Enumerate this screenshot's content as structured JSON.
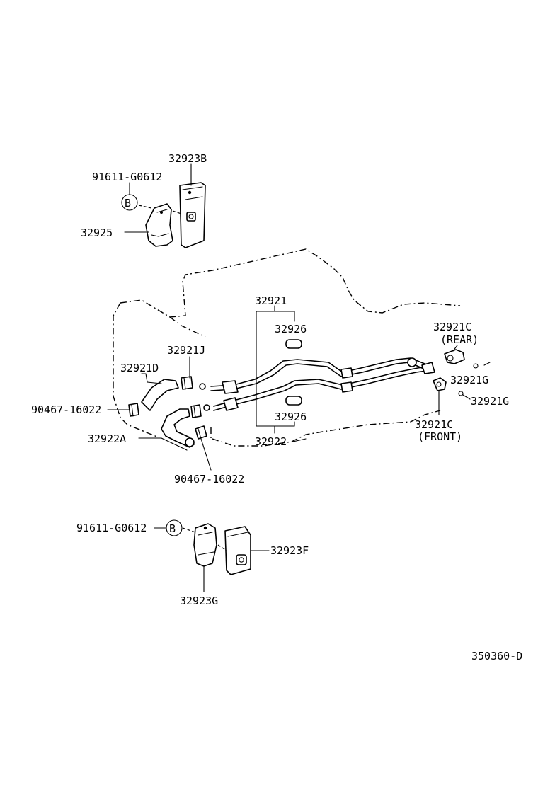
{
  "labels": {
    "bracket_top": "32923B",
    "bolt_top": "91611-G0612",
    "marker_top": "B",
    "clamp_top": "32925",
    "tube_assy": "32921",
    "grommet_upper": "32926",
    "union_rear": "32921C",
    "union_rear_note": "(REAR)",
    "hose_j": "32921J",
    "hose_d": "32921D",
    "gasket_rear": "32921G",
    "gasket_front": "32921G",
    "clip_left": "90467-16022",
    "hose_a": "32922A",
    "grommet_lower": "32926",
    "union_front": "32921C",
    "union_front_note": "(FRONT)",
    "tube_lower": "32922",
    "clip_bottom": "90467-16022",
    "bolt_bottom": "91611-G0612",
    "marker_bottom": "B",
    "bracket_f": "32923F",
    "bracket_g": "32923G",
    "diagram_code": "350360-D"
  }
}
